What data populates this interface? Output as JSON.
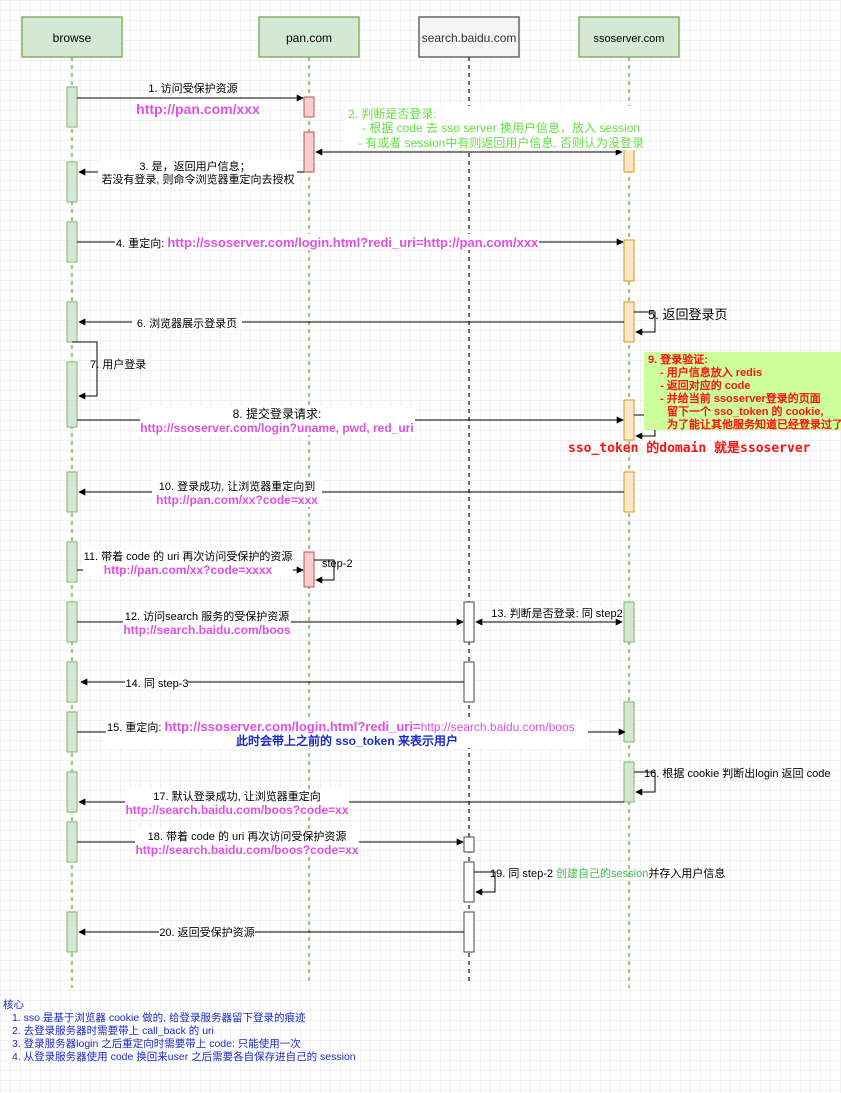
{
  "participants": [
    "browse",
    "pan.com",
    "search.baidu.com",
    "ssoserver.com"
  ],
  "messages": {
    "m1": "1. 访问受保护资源",
    "m1_url": "http://pan.com/xxx",
    "m2_title": "2. 判断是否登录:",
    "m2_line1": "- 根据 code 去 sso server 换用户信息，放入 session",
    "m2_line2": "- 有或者 session中有则返回用户信息, 否则认为没登录",
    "m3_line1": "3. 是，返回用户信息；",
    "m3_line2": "若没有登录, 则命令浏览器重定向去授权",
    "m4_prefix": "4. 重定向: ",
    "m4_url": "http://ssoserver.com/login.html?redi_uri=http://pan.com/xxx",
    "m5": "5. 返回登录页",
    "m6": "6. 浏览器展示登录页",
    "m7": "7. 用户登录",
    "m8": "8. 提交登录请求:",
    "m8_url": "http://ssoserver.com/login?uname, pwd, red_uri",
    "m9_title": "9. 登录验证:",
    "m9_line1": "- 用户信息放入 redis",
    "m9_line2": "- 返回对应的 code",
    "m9_line3": "- 并给当前 ssoserver登录的页面",
    "m9_line4": "留下一个 sso_token 的 cookie,",
    "m9_line5": "为了能让其他服务知道已经登录过了",
    "sso_token_note": "sso_token 的domain 就是ssoserver",
    "m10": "10. 登录成功, 让浏览器重定向到",
    "m10_url": "http://pan.com/xx?code=xxx",
    "m11": "11. 带着 code 的 uri 再次访问受保护的资源",
    "m11_url": "http://pan.com/xx?code=xxxx",
    "step2": "step-2",
    "m12": "12. 访问search 服务的受保护资源",
    "m12_url": "http://search.baidu.com/boos",
    "m13": "13. 判断是否登录: 同 step2",
    "m14": "14. 同 step-3",
    "m15_prefix": "15. 重定向: ",
    "m15_url1": "http://ssoserver.com/login.html?redi_uri=",
    "m15_url2": "http://search.baidu.com/boos",
    "m15_note": "此时会带上之前的 sso_token 来表示用户",
    "m16": "16. 根据 cookie 判断出login 返回 code",
    "m17": "17. 默认登录成功, 让浏览器重定向",
    "m17_url": "http://search.baidu.com/boos?code=xx",
    "m18": "18. 带着 code 的 uri 再次访问受保护资源",
    "m18_url": "http://search.baidu.com/boos?code=xx",
    "m19_a": "19. 同 step-2 ",
    "m19_b": "创建自己的session",
    "m19_c": "并存入用户信息",
    "m20": "20. 返回受保护资源"
  },
  "notes": {
    "title": "核心",
    "items": [
      "1. sso 是基于浏览器 cookie 做的, 给登录服务器留下登录的痕迹",
      "2. 去登录服务器时需要带上 call_back 的 uri",
      "3. 登录服务器login 之后重定向时需要带上 code: 只能使用一次",
      "4. 从登录服务器使用 code 换回来user 之后需要各自保存进自己的 session"
    ]
  },
  "colors": {
    "green_fill": "#d5e8d4",
    "green_stroke": "#82b366",
    "red_fill": "#f8cecc",
    "red_stroke": "#b85450",
    "orange_fill": "#ffe6cc",
    "orange_stroke": "#d79b00",
    "url_magenta": "#e14ee5",
    "note_green": "#66dd44",
    "note_blue": "#1c2bc7",
    "red_text": "#ff1111"
  }
}
